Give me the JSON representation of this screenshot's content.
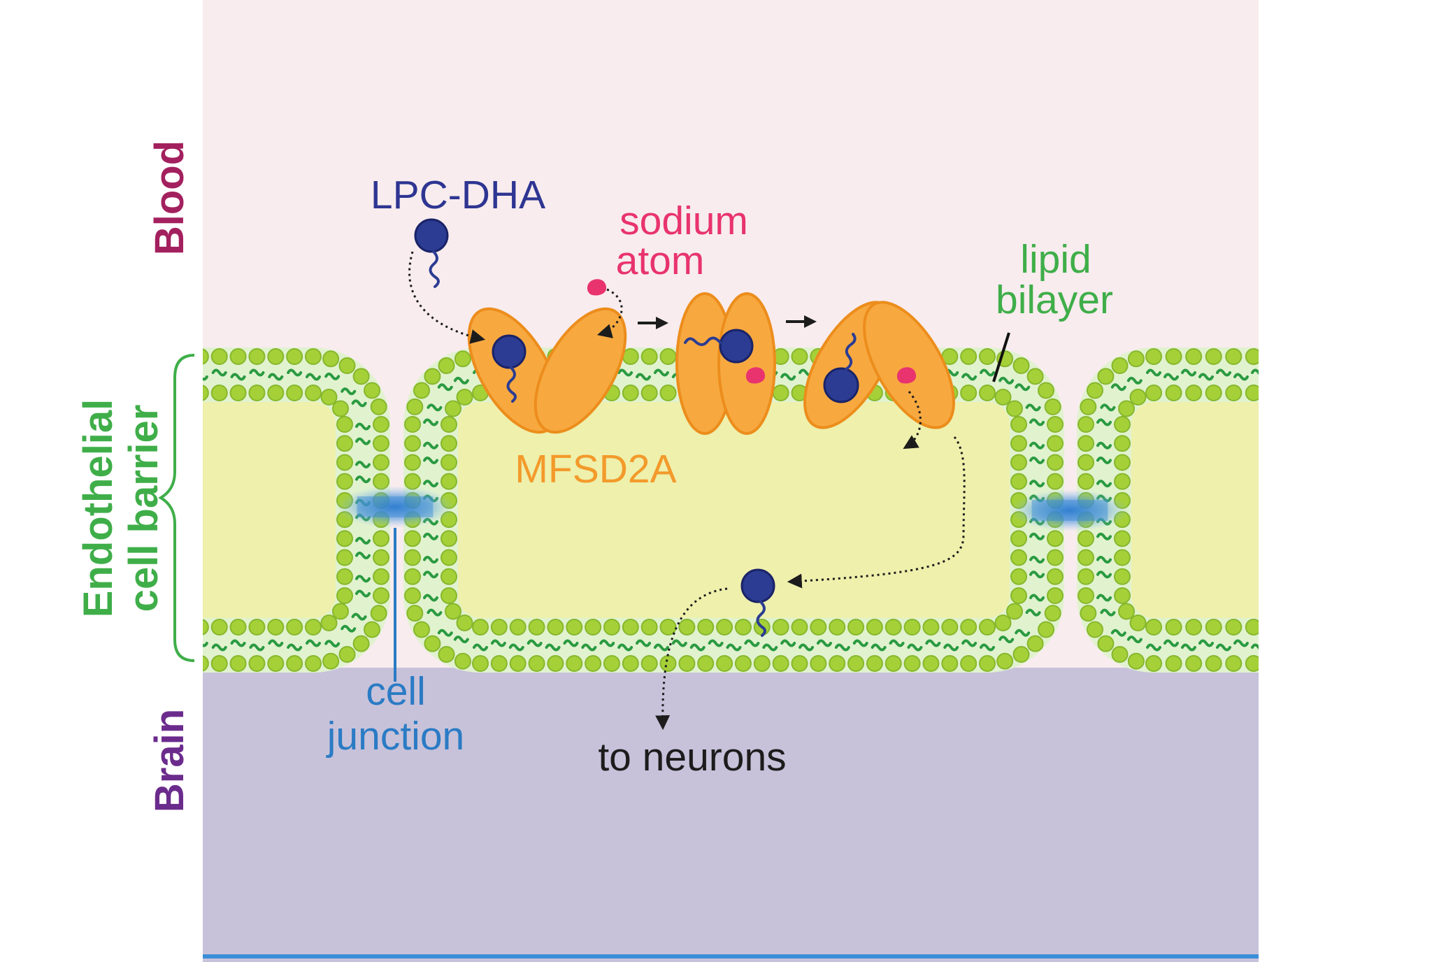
{
  "regions": {
    "blood": "Blood",
    "endothelial_line1": "Endothelial",
    "endothelial_line2": "cell barrier",
    "brain": "Brain"
  },
  "labels": {
    "lpc_dha": "LPC-DHA",
    "sodium_line1": "sodium",
    "sodium_line2": "atom",
    "lipid_line1": "lipid",
    "lipid_line2": "bilayer",
    "mfsd2a": "MFSD2A",
    "junction_line1": "cell",
    "junction_line2": "junction",
    "to_neurons": "to neurons"
  },
  "colors": {
    "blood_bg": "#f8ecee",
    "brain_bg": "#c7c2da",
    "cytoplasm": "#eef0ac",
    "membrane_inner": "#e1f2cf",
    "head_fill": "#a5d038",
    "head_stroke": "#86b72c",
    "tail": "#2a9a41",
    "protein": "#f7a940",
    "protein_stroke": "#ec8d1c",
    "molecule": "#2b3c92",
    "molecule_stroke": "#1a2368",
    "sodium": "#e8336f",
    "blood_label": "#a3205e",
    "endothelial_label": "#3fae49",
    "brain_label": "#6b2b8c",
    "lpc_label": "#2e3592",
    "sodium_label": "#e8336f",
    "lipid_label": "#3fae49",
    "mfsd2a_label": "#f39a2b",
    "junction_label": "#2b7bc4",
    "neurons_label": "#1c1c1c",
    "bottom_line": "#3a8ed8"
  }
}
